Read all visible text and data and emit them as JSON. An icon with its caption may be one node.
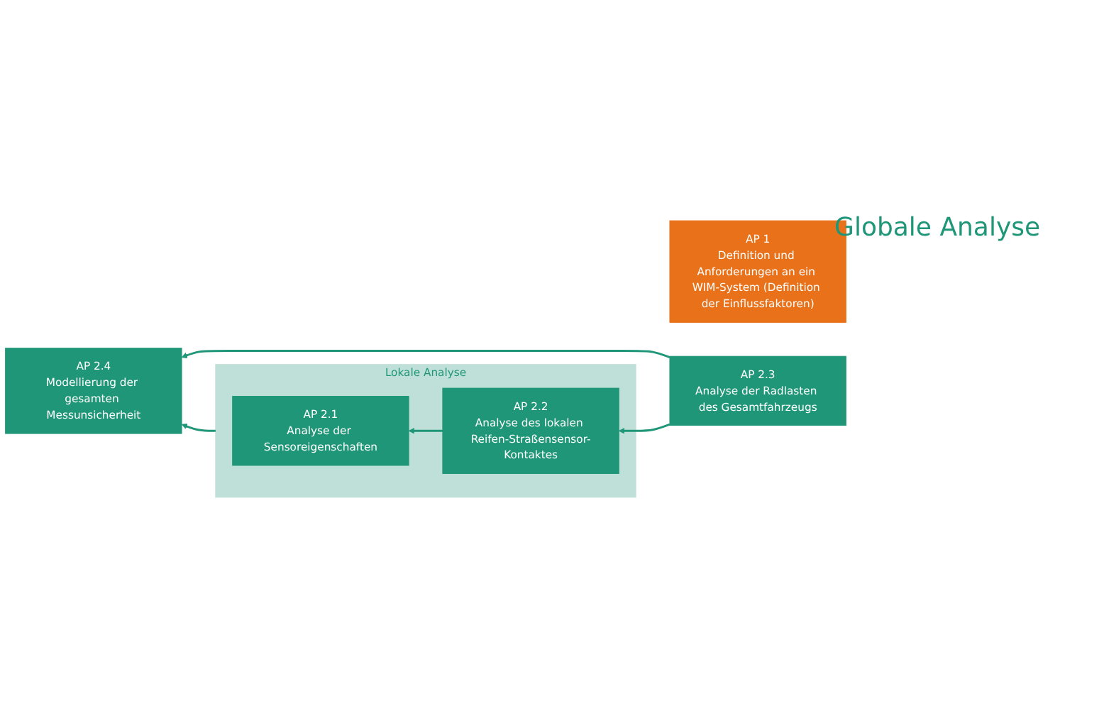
{
  "diagram": {
    "nodes": [
      {
        "text": [
          "AP 1",
          "Definition und Anforderungen an ein WIM-System (Definition der Einflussfaktoren)"
        ]
      },
      {
        "text": [
          "Lokale Analyse"
        ]
      },
      {
        "text": [
          "AP 2.1",
          "Analyse der Sensoreigenschaften"
        ],
        "in": 1
      },
      {
        "text": [
          "AP 2.2",
          "Analyse des lokalen Reifen-Straßensensor-Kontaktes"
        ],
        "in": 1
      },
      {
        "text": [
          "AP 2.3",
          "Analyse der Radlasten des Gesamtfahrzeugs"
        ]
      },
      {
        "text": [
          "AP 2.4",
          "Modellierung der gesamten Messunsicherheit"
        ]
      }
    ],
    "edges": [
      {
        "from": 3,
        "to": 2,
        "arrow": "to"
      },
      {
        "from": 4,
        "to": 3,
        "arrow": "to"
      },
      {
        "from": 1,
        "to": 5,
        "arrow": "to"
      },
      {
        "from": 4,
        "to": 5,
        "arrow": "to"
      }
    ],
    "labels": [
      "Globale Analyse"
    ]
  }
}
